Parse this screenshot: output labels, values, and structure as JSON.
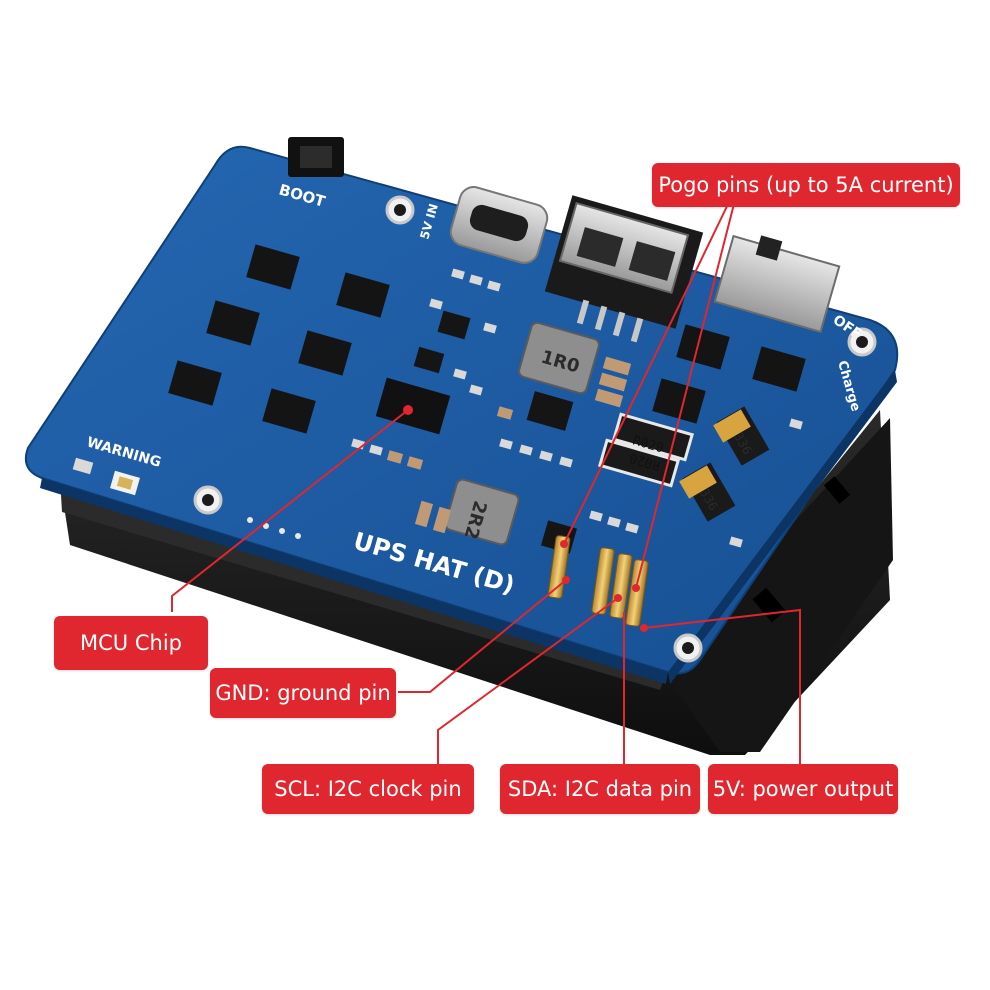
{
  "board": {
    "title": "UPS HAT (D)",
    "silkscreen": {
      "boot": "BOOT",
      "warning": "WARNING",
      "off": "OFF",
      "charge": "Charge",
      "in": "5V IN"
    },
    "component_marks": {
      "inductor_large": "1R0",
      "inductor_small": "2R2",
      "resistor_1": "R020",
      "resistor_2": "R020",
      "cap_1": "336",
      "cap_2": "336"
    }
  },
  "callouts": {
    "pogo": "Pogo pins (up to 5A current)",
    "mcu": "MCU Chip",
    "gnd": "GND: ground pin",
    "scl": "SCL: I2C clock pin",
    "sda": "SDA: I2C data pin",
    "v5": "5V: power output"
  },
  "colors": {
    "callout": "#e0262e",
    "pcb": "#1d5fa7",
    "pcb_dark": "#134a86",
    "enclosure": "#1b1b1b",
    "leader_line": "#e0262e"
  }
}
